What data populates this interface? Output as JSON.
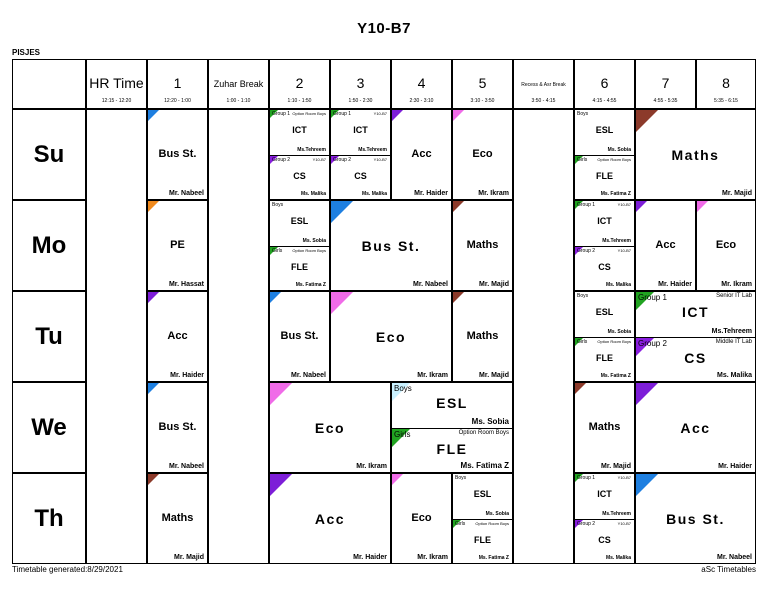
{
  "title": "Y10-B7",
  "school": "PISJES",
  "footer": {
    "left": "Timetable generated:8/29/2021",
    "right": "aSc Timetables"
  },
  "periods": [
    {
      "name": "HR Time",
      "time": "12:15 - 12:20"
    },
    {
      "name": "1",
      "time": "12:20 - 1:00"
    },
    {
      "name": "Zuhar Break",
      "time": "1:00 - 1:10"
    },
    {
      "name": "2",
      "time": "1:10 - 1:50"
    },
    {
      "name": "3",
      "time": "1:50 - 2:30"
    },
    {
      "name": "4",
      "time": "2:30 - 3:10"
    },
    {
      "name": "5",
      "time": "3:10 - 3:50"
    },
    {
      "name": "Recess & Asr Break",
      "time": "3:50 - 4:15"
    },
    {
      "name": "6",
      "time": "4:15 - 4:55"
    },
    {
      "name": "7",
      "time": "4:55 - 5:35"
    },
    {
      "name": "8",
      "time": "5:35 - 6:15"
    }
  ],
  "days": [
    "Su",
    "Mo",
    "Tu",
    "We",
    "Th"
  ],
  "lessons": {
    "su_p1": {
      "subject": "Bus St.",
      "teacher": "Mr. Nabeel",
      "color": "#1e7fe0"
    },
    "su_p2_g1": {
      "group": "Group 1",
      "room": "Option Room Boys",
      "subject": "ICT",
      "teacher": "Ms.Tehreem",
      "color": "#21a321"
    },
    "su_p2_g2": {
      "group": "Group 2",
      "room": "Y10-B7",
      "subject": "CS",
      "teacher": "Ms. Malika",
      "color": "#8a1ee0"
    },
    "su_p3_g1": {
      "group": "Group 1",
      "room": "Y10-B7",
      "subject": "ICT",
      "teacher": "Ms.Tehreem",
      "color": "#21a321"
    },
    "su_p3_g2": {
      "group": "Group 2",
      "room": "Y10-B7",
      "subject": "CS",
      "teacher": "Ms. Malika",
      "color": "#8a1ee0"
    },
    "su_p4": {
      "subject": "Acc",
      "teacher": "Mr. Haider",
      "color": "#7d1ed8"
    },
    "su_p5": {
      "subject": "Eco",
      "teacher": "Mr. Ikram",
      "color": "#f06be8"
    },
    "su_p6_boys": {
      "group": "Boys",
      "subject": "ESL",
      "teacher": "Ms. Sobia",
      "color": "#c9f1ff"
    },
    "su_p6_girls": {
      "group": "Girls",
      "room": "Option Room Boys",
      "subject": "FLE",
      "teacher": "Ms. Fatima Z",
      "color": "#21a321"
    },
    "su_p78": {
      "subject": "Maths",
      "teacher": "Mr. Majid",
      "color": "#8c3a2a"
    },
    "mo_p1": {
      "subject": "PE",
      "teacher": "Mr. Hassat",
      "color": "#f08a1e"
    },
    "mo_p2_boys": {
      "group": "Boys",
      "subject": "ESL",
      "teacher": "Ms. Sobia",
      "color": "#c9f1ff"
    },
    "mo_p2_girls": {
      "group": "Girls",
      "room": "Option Room Boys",
      "subject": "FLE",
      "teacher": "Ms. Fatima Z",
      "color": "#21a321"
    },
    "mo_p34": {
      "subject": "Bus St.",
      "teacher": "Mr. Nabeel",
      "color": "#1e7fe0"
    },
    "mo_p5": {
      "subject": "Maths",
      "teacher": "Mr. Majid",
      "color": "#8c3a2a"
    },
    "mo_p6_g1": {
      "group": "Group 1",
      "room": "Y10-B7",
      "subject": "ICT",
      "teacher": "Ms.Tehreem",
      "color": "#21a321"
    },
    "mo_p6_g2": {
      "group": "Group 2",
      "room": "Y10-B7",
      "subject": "CS",
      "teacher": "Ms. Malika",
      "color": "#8a1ee0"
    },
    "mo_p7": {
      "subject": "Acc",
      "teacher": "Mr. Haider",
      "color": "#7d1ed8"
    },
    "mo_p8": {
      "subject": "Eco",
      "teacher": "Mr. Ikram",
      "color": "#f06be8"
    },
    "tu_p1": {
      "subject": "Acc",
      "teacher": "Mr. Haider",
      "color": "#7d1ed8"
    },
    "tu_p2": {
      "subject": "Bus St.",
      "teacher": "Mr. Nabeel",
      "color": "#1e7fe0"
    },
    "tu_p34": {
      "subject": "Eco",
      "teacher": "Mr. Ikram",
      "color": "#f06be8"
    },
    "tu_p5": {
      "subject": "Maths",
      "teacher": "Mr. Majid",
      "color": "#8c3a2a"
    },
    "tu_p6_boys": {
      "group": "Boys",
      "subject": "ESL",
      "teacher": "Ms. Sobia",
      "color": "#c9f1ff"
    },
    "tu_p6_girls": {
      "group": "Girls",
      "room": "Option Room Boys",
      "subject": "FLE",
      "teacher": "Ms. Fatima Z",
      "color": "#21a321"
    },
    "tu_p78_g1": {
      "group": "Group 1",
      "room": "Senior IT Lab",
      "subject": "ICT",
      "teacher": "Ms.Tehreem",
      "color": "#21a321"
    },
    "tu_p78_g2": {
      "group": "Group 2",
      "room": "Middle IT Lab",
      "subject": "CS",
      "teacher": "Ms. Malika",
      "color": "#8a1ee0"
    },
    "we_p1": {
      "subject": "Bus St.",
      "teacher": "Mr. Nabeel",
      "color": "#1e7fe0"
    },
    "we_p23": {
      "subject": "Eco",
      "teacher": "Mr. Ikram",
      "color": "#f06be8"
    },
    "we_p45_boys": {
      "group": "Boys",
      "subject": "ESL",
      "teacher": "Ms. Sobia",
      "color": "#c9f1ff"
    },
    "we_p45_girls": {
      "group": "Girls",
      "room": "Option Room Boys",
      "subject": "FLE",
      "teacher": "Ms. Fatima Z",
      "color": "#21a321"
    },
    "we_p6": {
      "subject": "Maths",
      "teacher": "Mr. Majid",
      "color": "#8c3a2a"
    },
    "we_p78": {
      "subject": "Acc",
      "teacher": "Mr. Haider",
      "color": "#7d1ed8"
    },
    "th_p1": {
      "subject": "Maths",
      "teacher": "Mr. Majid",
      "color": "#8c3a2a"
    },
    "th_p23": {
      "subject": "Acc",
      "teacher": "Mr. Haider",
      "color": "#7d1ed8"
    },
    "th_p4": {
      "subject": "Eco",
      "teacher": "Mr. Ikram",
      "color": "#f06be8"
    },
    "th_p5_boys": {
      "group": "Boys",
      "subject": "ESL",
      "teacher": "Ms. Sobia",
      "color": "#c9f1ff"
    },
    "th_p5_girls": {
      "group": "Girls",
      "room": "Option Room Boys",
      "subject": "FLE",
      "teacher": "Ms. Fatima Z",
      "color": "#21a321"
    },
    "th_p6_g1": {
      "group": "Group 1",
      "room": "Y10-B7",
      "subject": "ICT",
      "teacher": "Ms.Tehreem",
      "color": "#21a321"
    },
    "th_p6_g2": {
      "group": "Group 2",
      "room": "Y10-B7",
      "subject": "CS",
      "teacher": "Ms. Malika",
      "color": "#8a1ee0"
    },
    "th_p78": {
      "subject": "Bus St.",
      "teacher": "Mr. Nabeel",
      "color": "#1e7fe0"
    }
  }
}
